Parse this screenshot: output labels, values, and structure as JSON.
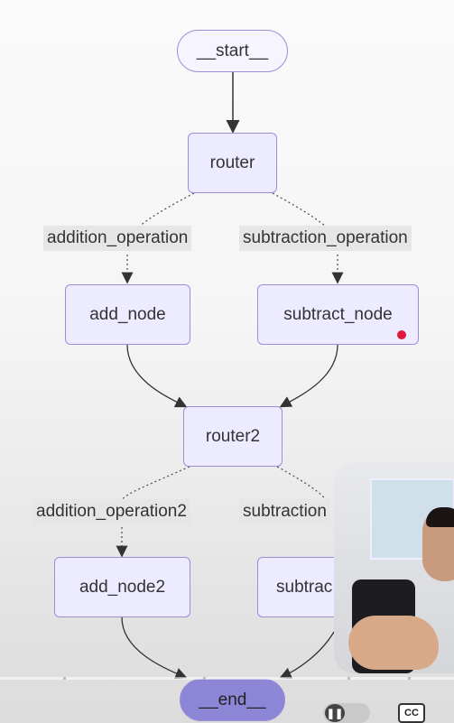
{
  "graph": {
    "nodes": {
      "start": "__start__",
      "router": "router",
      "add_node": "add_node",
      "subtract_node": "subtract_node",
      "router2": "router2",
      "add_node2": "add_node2",
      "subtract_node2": "subtrac",
      "end": "__end__"
    },
    "edge_labels": {
      "addition_operation": "addition_operation",
      "subtraction_operation": "subtraction_operation",
      "addition_operation2": "addition_operation2",
      "subtraction_operation2": "subtraction"
    }
  },
  "player": {
    "cc_label": "CC",
    "pause_icon": "pause-icon"
  },
  "colors": {
    "node_fill": "#ecebff",
    "node_border": "#9b8fd8",
    "end_fill": "#8d86d6",
    "label_bg": "#e6e6e6",
    "recording_dot": "#e0183c"
  }
}
